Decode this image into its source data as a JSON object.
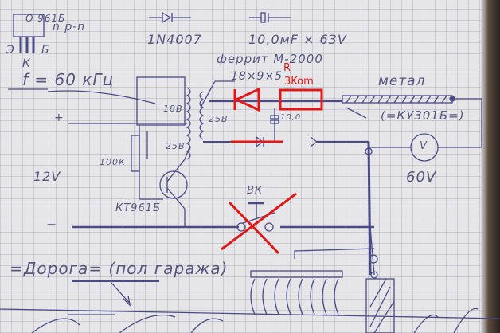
{
  "legend": {
    "transistor_marking": "О 961Б",
    "transistor_type": "n p-n",
    "pin_e": "Э",
    "pin_b": "Б",
    "pin_k": "К",
    "diode": "1N4007",
    "capacitor": "10,0мF × 63V"
  },
  "transformer": {
    "core": "феррит М-2000",
    "size": "18×9×5",
    "primary": "18В",
    "secondary1": "25В",
    "secondary2": "25В",
    "frequency": "f = 60 кГц"
  },
  "circuit": {
    "plus": "+",
    "minus": "−",
    "supply": "12V",
    "resistor": "100К",
    "transistor": "КТ961Б",
    "cap": "10,0",
    "switch": "ВК",
    "meter": "V",
    "voltage": "60V",
    "metal": "метал",
    "thyristor": "(=КУ301Б=)"
  },
  "annotations": {
    "r_label": "R",
    "r_value": "3Kom",
    "color": "#e01818"
  },
  "ground": {
    "label": "=Дорога= (пол гаража)"
  }
}
